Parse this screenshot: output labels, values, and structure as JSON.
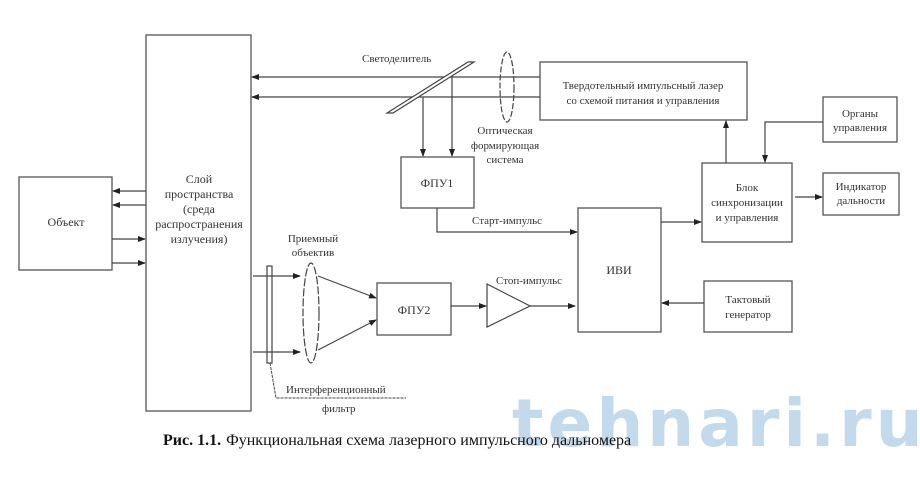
{
  "diagram": {
    "blocks": {
      "space_layer": [
        "Слой",
        "пространства",
        "(среда",
        "распространения",
        "излучения)"
      ],
      "object": "Объект",
      "laser": [
        "Твердотельный импульсный лазер",
        "со схемой питания и управления"
      ],
      "fpu1": "ФПУ1",
      "fpu2": "ФПУ2",
      "ivi": "ИВИ",
      "sync": [
        "Блок",
        "синхронизации",
        "и управления"
      ],
      "controls": [
        "Органы",
        "управления"
      ],
      "indicator": [
        "Индикатор",
        "дальности"
      ],
      "clock": [
        "Тактовый",
        "генератор"
      ]
    },
    "labels": {
      "beam_splitter": "Светоделитель",
      "optical_system": [
        "Оптическая",
        "формирующая",
        "система"
      ],
      "receiving_lens": [
        "Приемный",
        "объектив"
      ],
      "filter": [
        "Интерференционный",
        "фильтр"
      ],
      "start_pulse": "Старт-импульс",
      "stop_pulse": "Стоп-импульс"
    }
  },
  "caption": {
    "number": "Рис. 1.1.",
    "text": "Функциональная схема лазерного импульсного дальномера"
  },
  "watermark": "tehnari.ru"
}
